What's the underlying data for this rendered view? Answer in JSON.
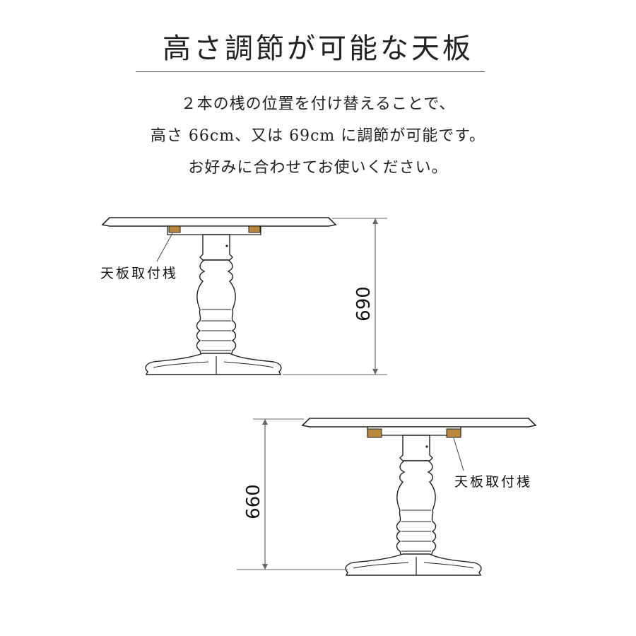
{
  "title": "高さ調節が可能な天板",
  "description": [
    "２本の桟の位置を付け替えることで、",
    "高さ 66cm、又は 69cm に調節が可能です。",
    "お好みに合わせてお使いください。"
  ],
  "diagrams": [
    {
      "label": "天板取付桟",
      "dimension": "690"
    },
    {
      "label": "天板取付桟",
      "dimension": "660"
    }
  ],
  "colors": {
    "line": "#222222",
    "cleat": "#b8893c",
    "dim_line": "#666666"
  }
}
